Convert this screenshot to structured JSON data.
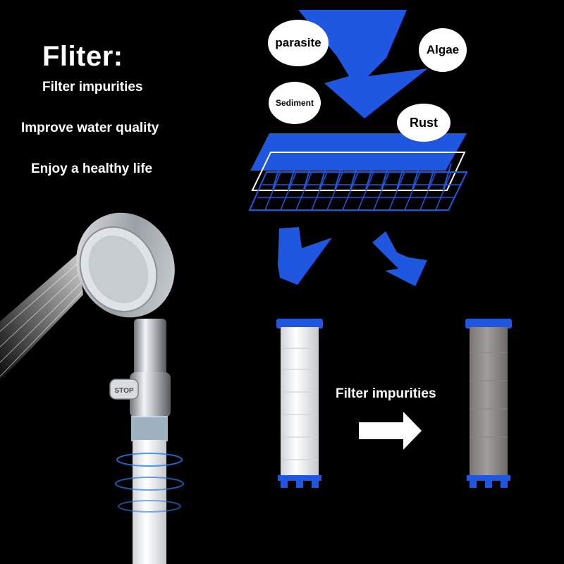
{
  "left_text": {
    "title": "Fliter:",
    "lines": [
      "Filter impurities",
      "Improve water quality",
      "Enjoy a healthy life"
    ]
  },
  "contaminants": {
    "parasite": "parasite",
    "algae": "Algae",
    "sediment": "Sediment",
    "rust": "Rust"
  },
  "comparison": {
    "caption": "Filter impurities",
    "stop_button_label": "STOP"
  },
  "colors": {
    "background": "#000000",
    "accent_blue": "#1f57e0",
    "filter_new": "#f3f3f3",
    "filter_used": "#8f8a8a",
    "chrome": "#c9ccd0"
  },
  "icons": [
    "down-arrow-icon",
    "filter-layers-icon",
    "diagonal-arrow-icon",
    "right-arrow-icon",
    "shower-head-icon"
  ]
}
